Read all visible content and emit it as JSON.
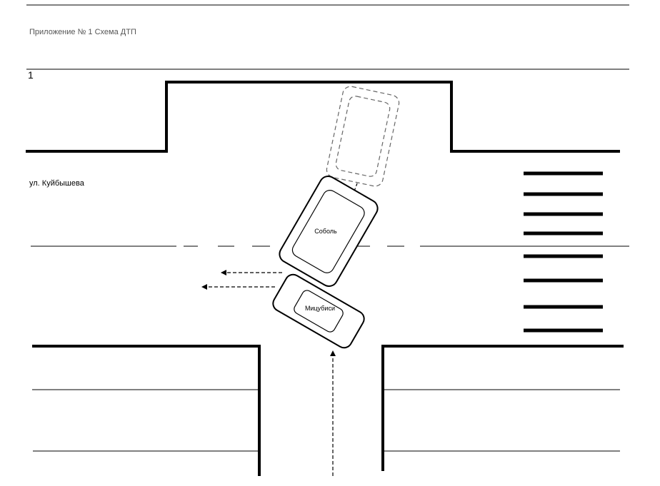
{
  "document": {
    "caption": "Приложение № 1  Схема ДТП",
    "page_marker": "1"
  },
  "road": {
    "street_name": "ул. Куйбышева"
  },
  "vehicles": [
    {
      "id": "sobol",
      "label": "Соболь"
    },
    {
      "id": "mitsubishi",
      "label": "Мицубиси"
    }
  ],
  "colors": {
    "ink": "#000000",
    "caption": "#555555",
    "ghost": "#666666"
  }
}
